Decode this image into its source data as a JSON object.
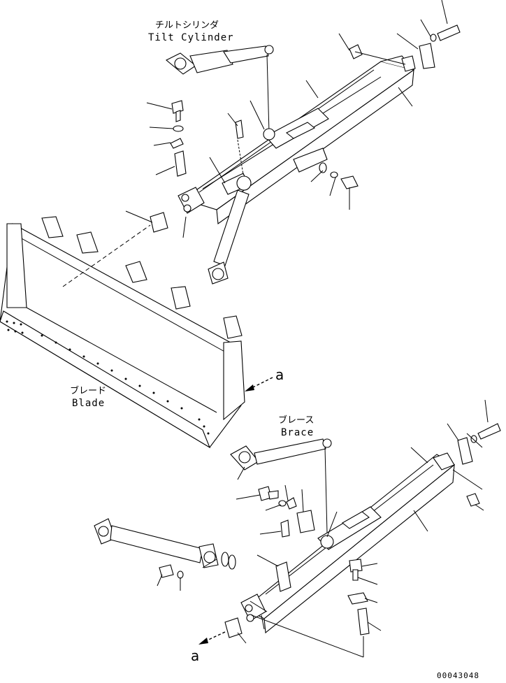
{
  "labels": {
    "tilt_cylinder_jp": "チルトシリンダ",
    "tilt_cylinder_en": "Tilt Cylinder",
    "blade_jp": "ブレード",
    "blade_en": "Blade",
    "brace_jp": "ブレース",
    "brace_en": "Brace",
    "ref_a_upper": "a",
    "ref_a_lower": "a",
    "drawing_number": "00043048"
  }
}
